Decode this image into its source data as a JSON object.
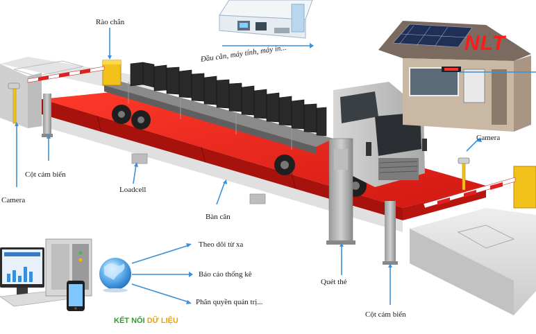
{
  "brand": {
    "logo_text": "NLT",
    "logo_color": "#ff1a1a"
  },
  "labels": {
    "rao_chan": "Rào chắn",
    "dau_can": "Đầu cân, máy tính, máy in...",
    "cot_cam_bien_left": "Cột cảm biến",
    "camera_left": "Camera",
    "loadcell": "Loadcell",
    "ban_can": "Bàn cân",
    "camera_right": "Camera",
    "quet_the": "Quét thẻ",
    "cot_cam_bien_right": "Cột cảm biến",
    "theo_doi": "Theo dõi từ xa",
    "bao_cao": "Báo cáo thống kê",
    "phan_quyen": "Phân quyền quản trị..."
  },
  "connect": {
    "word1": "KẾT",
    "word2": "NỐI",
    "word3": "DỮ LIỆU"
  },
  "colors": {
    "platform_red": "#e8231c",
    "barrier_yellow": "#f2c21b",
    "pointer_blue": "#3c8fd8",
    "concrete": "#d9d9d9"
  },
  "icons": [
    "truck-icon",
    "weigh-platform-icon",
    "barrier-icon",
    "guard-house-icon",
    "camera-icon",
    "sensor-pole-icon",
    "card-reader-icon",
    "loadcell-icon",
    "office-desk-icon",
    "globe-icon",
    "computer-monitor-icon",
    "smartphone-icon",
    "server-cabinet-icon",
    "solar-panel-icon"
  ]
}
